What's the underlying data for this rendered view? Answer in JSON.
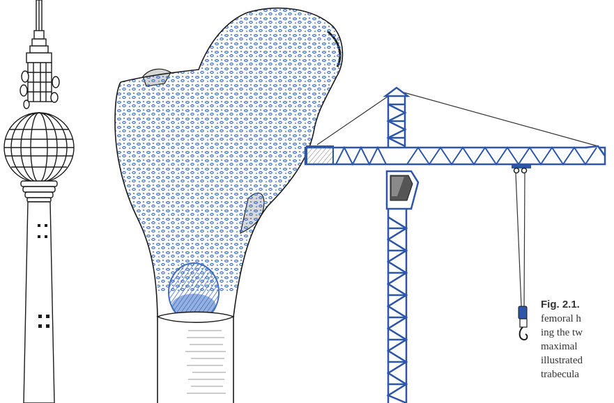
{
  "figure": {
    "label": "Fig. 2.1.",
    "caption_lines": [
      "femoral h",
      "ing the tw",
      "maximal",
      "illustrated",
      "trabecula"
    ]
  },
  "illustrations": [
    "tv-tower",
    "femur-bone",
    "tower-crane"
  ],
  "colors": {
    "ink": "#1a1a1a",
    "bone_fill": "#3f6fc4",
    "crane_fill": "#4a78c8",
    "crane_outline": "#2e56a8"
  }
}
